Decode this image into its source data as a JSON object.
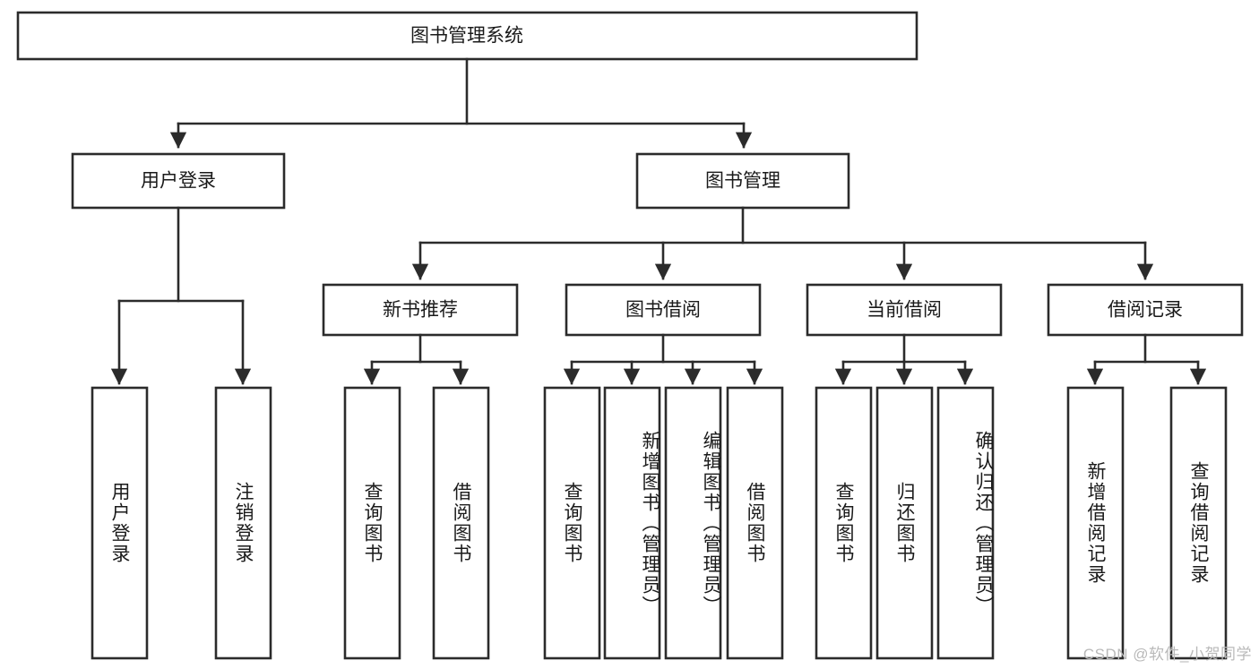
{
  "diagram": {
    "title": "图书管理系统",
    "watermark": "CSDN @软件_小贺同学",
    "colors": {
      "stroke": "#2b2b2b",
      "fill": "#ffffff",
      "text": "#1a1a1a",
      "watermark": "#b9b9b9"
    },
    "root": {
      "label": "图书管理系统"
    },
    "level2": [
      {
        "label": "用户登录"
      },
      {
        "label": "图书管理"
      }
    ],
    "level3": [
      {
        "label": "新书推荐"
      },
      {
        "label": "图书借阅"
      },
      {
        "label": "当前借阅"
      },
      {
        "label": "借阅记录"
      }
    ],
    "leaves": {
      "user_login": [
        {
          "label": "用户登录"
        },
        {
          "label": "注销登录"
        }
      ],
      "new_book": [
        {
          "label": "查询图书"
        },
        {
          "label": "借阅图书"
        }
      ],
      "book_borrow": [
        {
          "label": "查询图书"
        },
        {
          "label": "新增图书（管理员）"
        },
        {
          "label": "编辑图书（管理员）"
        },
        {
          "label": "借阅图书"
        }
      ],
      "current_borrow": [
        {
          "label": "查询图书"
        },
        {
          "label": "归还图书"
        },
        {
          "label": "确认归还（管理员）"
        }
      ],
      "borrow_record": [
        {
          "label": "新增借阅记录"
        },
        {
          "label": "查询借阅记录"
        }
      ]
    }
  }
}
